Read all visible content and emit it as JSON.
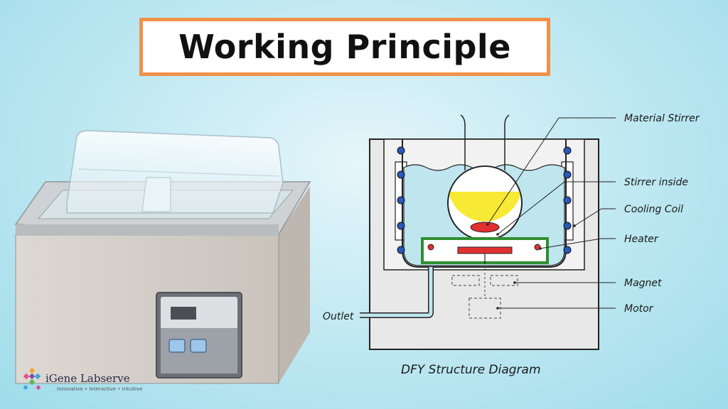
{
  "title": "Working Principle",
  "diagram": {
    "caption": "DFY  Structure Diagram",
    "labels": {
      "material_stirrer": "Material Stirrer",
      "stirrer_inside": "Stirrer inside",
      "cooling_coil": "Cooling Coil",
      "heater": "Heater",
      "magnet": "Magnet",
      "motor": "Motor",
      "outlet": "Outlet"
    }
  },
  "logo": {
    "name": "iGene Labserve",
    "tagline": "Innovative • Interactive • Intuitive"
  },
  "colors": {
    "title_border": "#f0924a",
    "liquid": "#bfe6ef",
    "material": "#f7e934",
    "heater": "#e23030",
    "heater_frame": "#2f8f2f",
    "coil": "#2b59b8"
  }
}
